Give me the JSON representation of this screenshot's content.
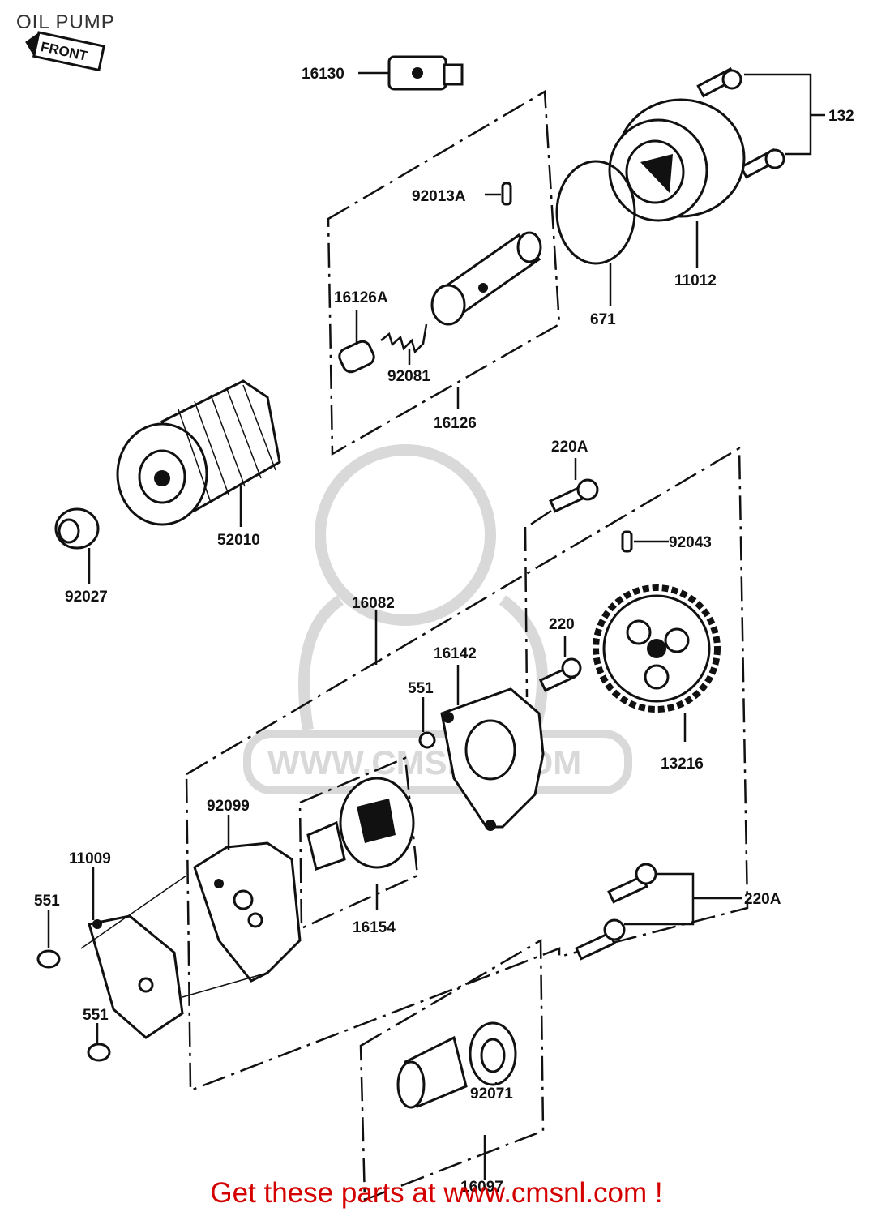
{
  "title": "OIL PUMP",
  "front_label": "FRONT",
  "watermark": "WWW.CMSNL.COM",
  "footer": "Get these parts at www.cmsnl.com !",
  "parts": {
    "p16130": "16130",
    "p132": "132",
    "p92013A": "92013A",
    "p16126A": "16126A",
    "p671": "671",
    "p11012": "11012",
    "p92081": "92081",
    "p16126": "16126",
    "p52010": "52010",
    "p220A_top": "220A",
    "p92043": "92043",
    "p92027": "92027",
    "p16082": "16082",
    "p220": "220",
    "p16142": "16142",
    "p551_mid": "551",
    "p13216": "13216",
    "p92099": "92099",
    "p11009": "11009",
    "p551_left": "551",
    "p16154": "16154",
    "p220A_right": "220A",
    "p551_bottom": "551",
    "p92071": "92071",
    "p16097": "16097"
  }
}
